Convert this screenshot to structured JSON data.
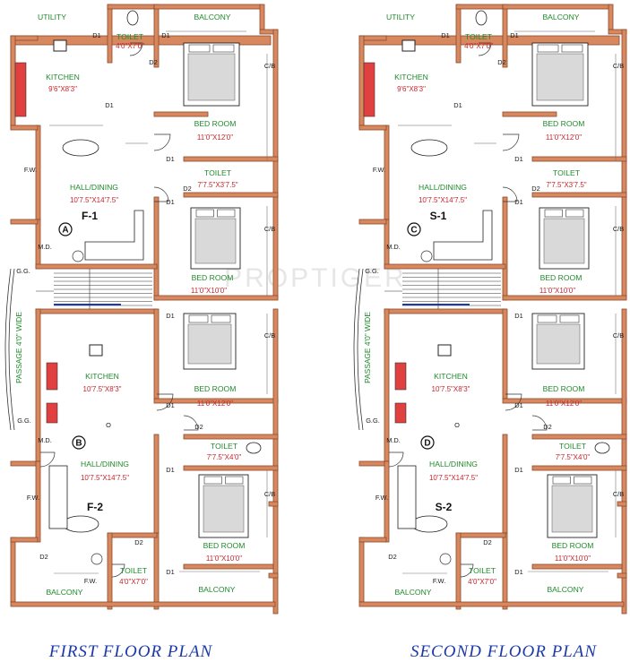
{
  "watermark": "PROPTIGER",
  "plans": [
    {
      "title": "FIRST FLOOR PLAN",
      "passage": "PASSAGE 4'0\" WIDE",
      "rooms": {
        "utility": {
          "name": "UTILITY"
        },
        "toilet_top": {
          "name": "TOILET",
          "dim": "4'0\"X7'0\""
        },
        "balcony_top": {
          "name": "BALCONY"
        },
        "kitchen_a": {
          "name": "KITCHEN",
          "dim": "9'6\"X8'3\""
        },
        "bed_a1": {
          "name": "BED ROOM",
          "dim": "11'0\"X12'0\""
        },
        "toilet_a": {
          "name": "TOILET",
          "dim": "7'7.5\"X3'7.5\""
        },
        "hall_a": {
          "name": "HALL/DINING",
          "dim": "10'7.5\"X14'7.5\""
        },
        "bed_a2": {
          "name": "BED ROOM",
          "dim": "11'0\"X10'0\""
        },
        "kitchen_b": {
          "name": "KITCHEN",
          "dim": "10'7.5\"X8'3\""
        },
        "bed_b1": {
          "name": "BED ROOM",
          "dim": "11'0\"X12'0\""
        },
        "toilet_b": {
          "name": "TOILET",
          "dim": "7'7.5\"X4'0\""
        },
        "hall_b": {
          "name": "HALL/DINING",
          "dim": "10'7.5\"X14'7.5\""
        },
        "bed_b2": {
          "name": "BED ROOM",
          "dim": "11'0\"X10'0\""
        },
        "toilet_bot": {
          "name": "TOILET",
          "dim": "4'0\"X7'0\""
        },
        "balcony_bl": {
          "name": "BALCONY"
        },
        "balcony_br": {
          "name": "BALCONY"
        }
      },
      "flats": {
        "upper": "F-1",
        "lower": "F-2"
      },
      "circles": {
        "upper": "A",
        "lower": "B"
      },
      "labels": {
        "d1": "D1",
        "d2": "D2",
        "cb": "C/B",
        "fw": "F.W.",
        "md": "M.D.",
        "gg": "G.G.",
        "o": "O"
      }
    },
    {
      "title": "SECOND FLOOR PLAN",
      "passage": "PASSAGE 4'0\" WIDE",
      "rooms": {
        "utility": {
          "name": "UTILITY"
        },
        "toilet_top": {
          "name": "TOILET",
          "dim": "4'0\"X7'0\""
        },
        "balcony_top": {
          "name": "BALCONY"
        },
        "kitchen_a": {
          "name": "KITCHEN",
          "dim": "9'6\"X8'3\""
        },
        "bed_a1": {
          "name": "BED ROOM",
          "dim": "11'0\"X12'0\""
        },
        "toilet_a": {
          "name": "TOILET",
          "dim": "7'7.5\"X3'7.5\""
        },
        "hall_a": {
          "name": "HALL/DINING",
          "dim": "10'7.5\"X14'7.5\""
        },
        "bed_a2": {
          "name": "BED ROOM",
          "dim": "11'0\"X10'0\""
        },
        "kitchen_b": {
          "name": "KITCHEN",
          "dim": "10'7.5\"X8'3\""
        },
        "bed_b1": {
          "name": "BED ROOM",
          "dim": "11'0\"X12'0\""
        },
        "toilet_b": {
          "name": "TOILET",
          "dim": "7'7.5\"X4'0\""
        },
        "hall_b": {
          "name": "HALL/DINING",
          "dim": "10'7.5\"X14'7.5\""
        },
        "bed_b2": {
          "name": "BED ROOM",
          "dim": "11'0\"X10'0\""
        },
        "toilet_bot": {
          "name": "TOILET",
          "dim": "4'0\"X7'0\""
        },
        "balcony_bl": {
          "name": "BALCONY"
        },
        "balcony_br": {
          "name": "BALCONY"
        }
      },
      "flats": {
        "upper": "S-1",
        "lower": "S-2"
      },
      "circles": {
        "upper": "C",
        "lower": "D"
      },
      "labels": {
        "d1": "D1",
        "d2": "D2",
        "cb": "C/B",
        "fw": "F.W.",
        "md": "M.D.",
        "gg": "G.G.",
        "o": "O"
      }
    }
  ],
  "colors": {
    "wall": "#b0603a",
    "room_name": "#1f8a2a",
    "room_dim": "#c4262c",
    "title": "#1b3aa8"
  }
}
